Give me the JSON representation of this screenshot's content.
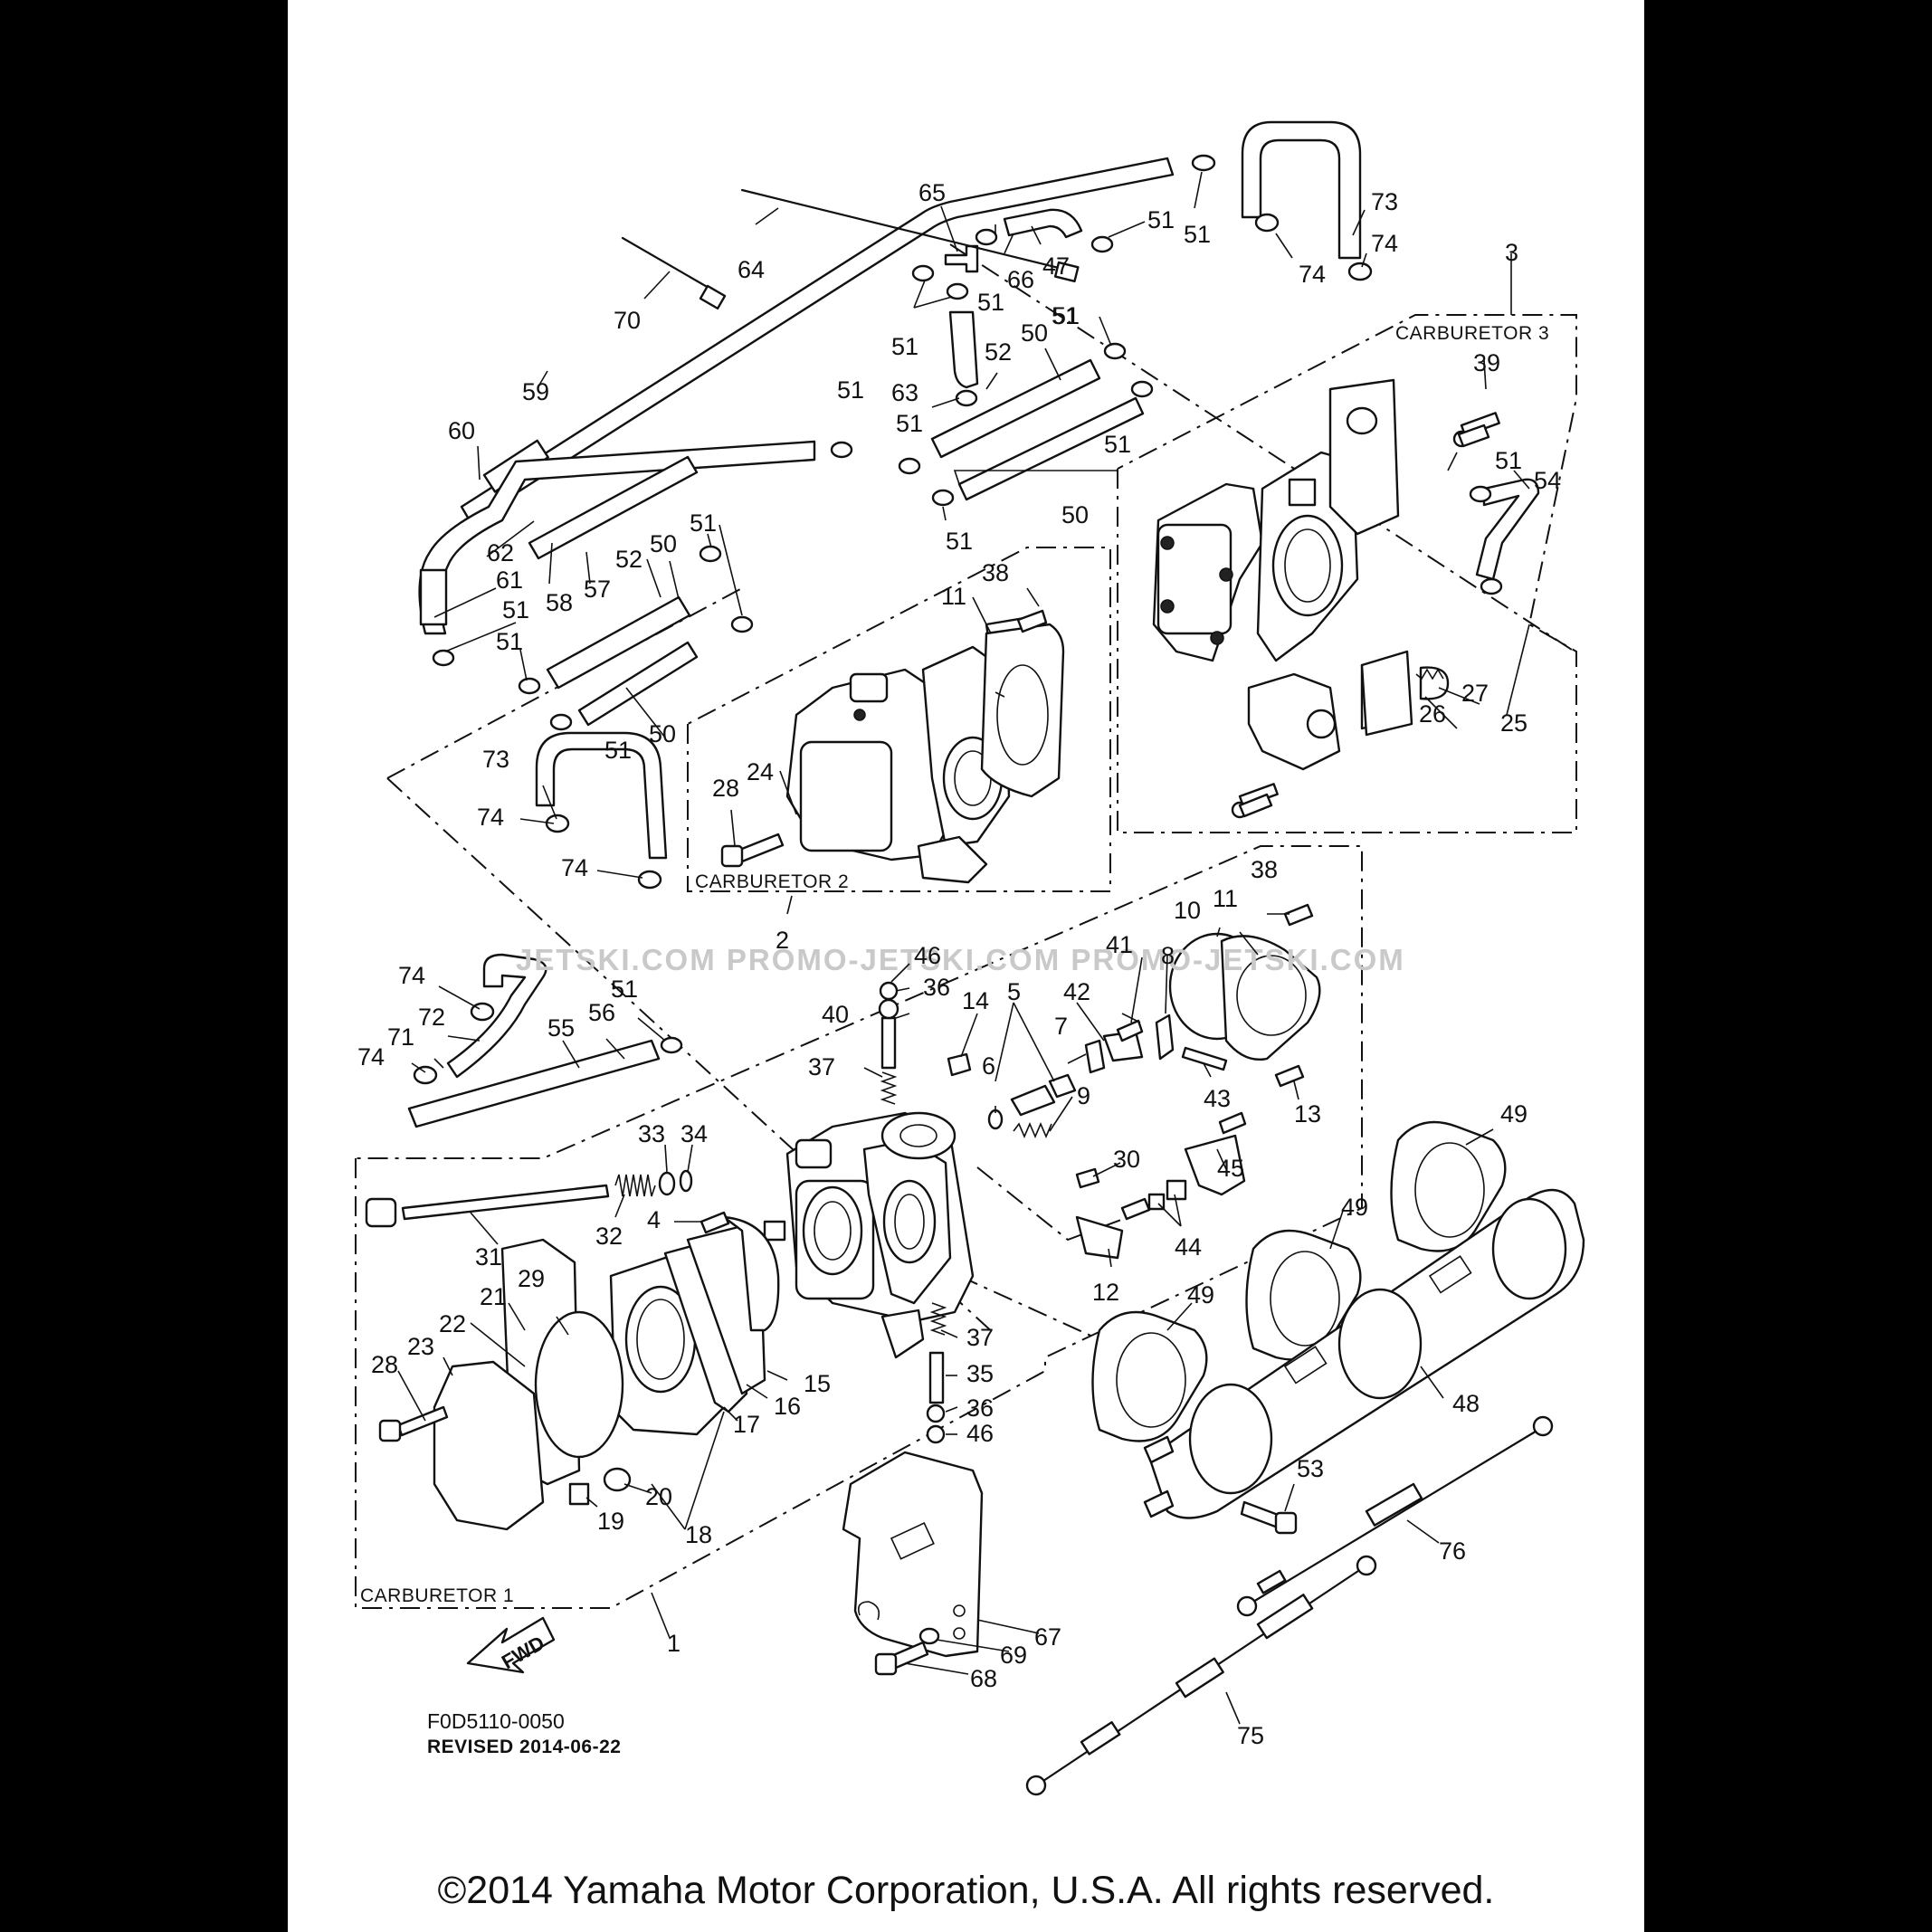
{
  "diagram": {
    "box_labels": {
      "carb1": "CARBURETOR 1",
      "carb2": "CARBURETOR 2",
      "carb3": "CARBURETOR 3"
    },
    "watermark": "JETSKI.COM   PROMO-JETSKI.COM   PROMO-JETSKI.COM",
    "code": "F0D5110-0050",
    "revised": "REVISED 2014-06-22",
    "fwd_label": "FWD",
    "copyright": "©2014 Yamaha Motor Corporation, U.S.A. All rights reserved."
  },
  "callouts": [
    "65",
    "51",
    "66",
    "47",
    "51",
    "51",
    "73",
    "74",
    "74",
    "64",
    "70",
    "51",
    "51",
    "3",
    "51",
    "50",
    "52",
    "63",
    "51",
    "59",
    "60",
    "51",
    "51",
    "39",
    "51",
    "54",
    "50",
    "51",
    "62",
    "61",
    "58",
    "57",
    "51",
    "52",
    "50",
    "51",
    "51",
    "50",
    "51",
    "38",
    "11",
    "27",
    "26",
    "25",
    "73",
    "74",
    "74",
    "28",
    "24",
    "2",
    "74",
    "72",
    "71",
    "74",
    "55",
    "56",
    "51",
    "46",
    "36",
    "40",
    "14",
    "5",
    "42",
    "7",
    "41",
    "8",
    "10",
    "11",
    "38",
    "37",
    "6",
    "9",
    "43",
    "13",
    "33",
    "34",
    "31",
    "32",
    "4",
    "30",
    "45",
    "44",
    "12",
    "49",
    "29",
    "21",
    "22",
    "23",
    "28",
    "49",
    "49",
    "37",
    "35",
    "36",
    "46",
    "15",
    "16",
    "17",
    "20",
    "19",
    "18",
    "48",
    "53",
    "76",
    "67",
    "69",
    "68",
    "1",
    "75"
  ]
}
